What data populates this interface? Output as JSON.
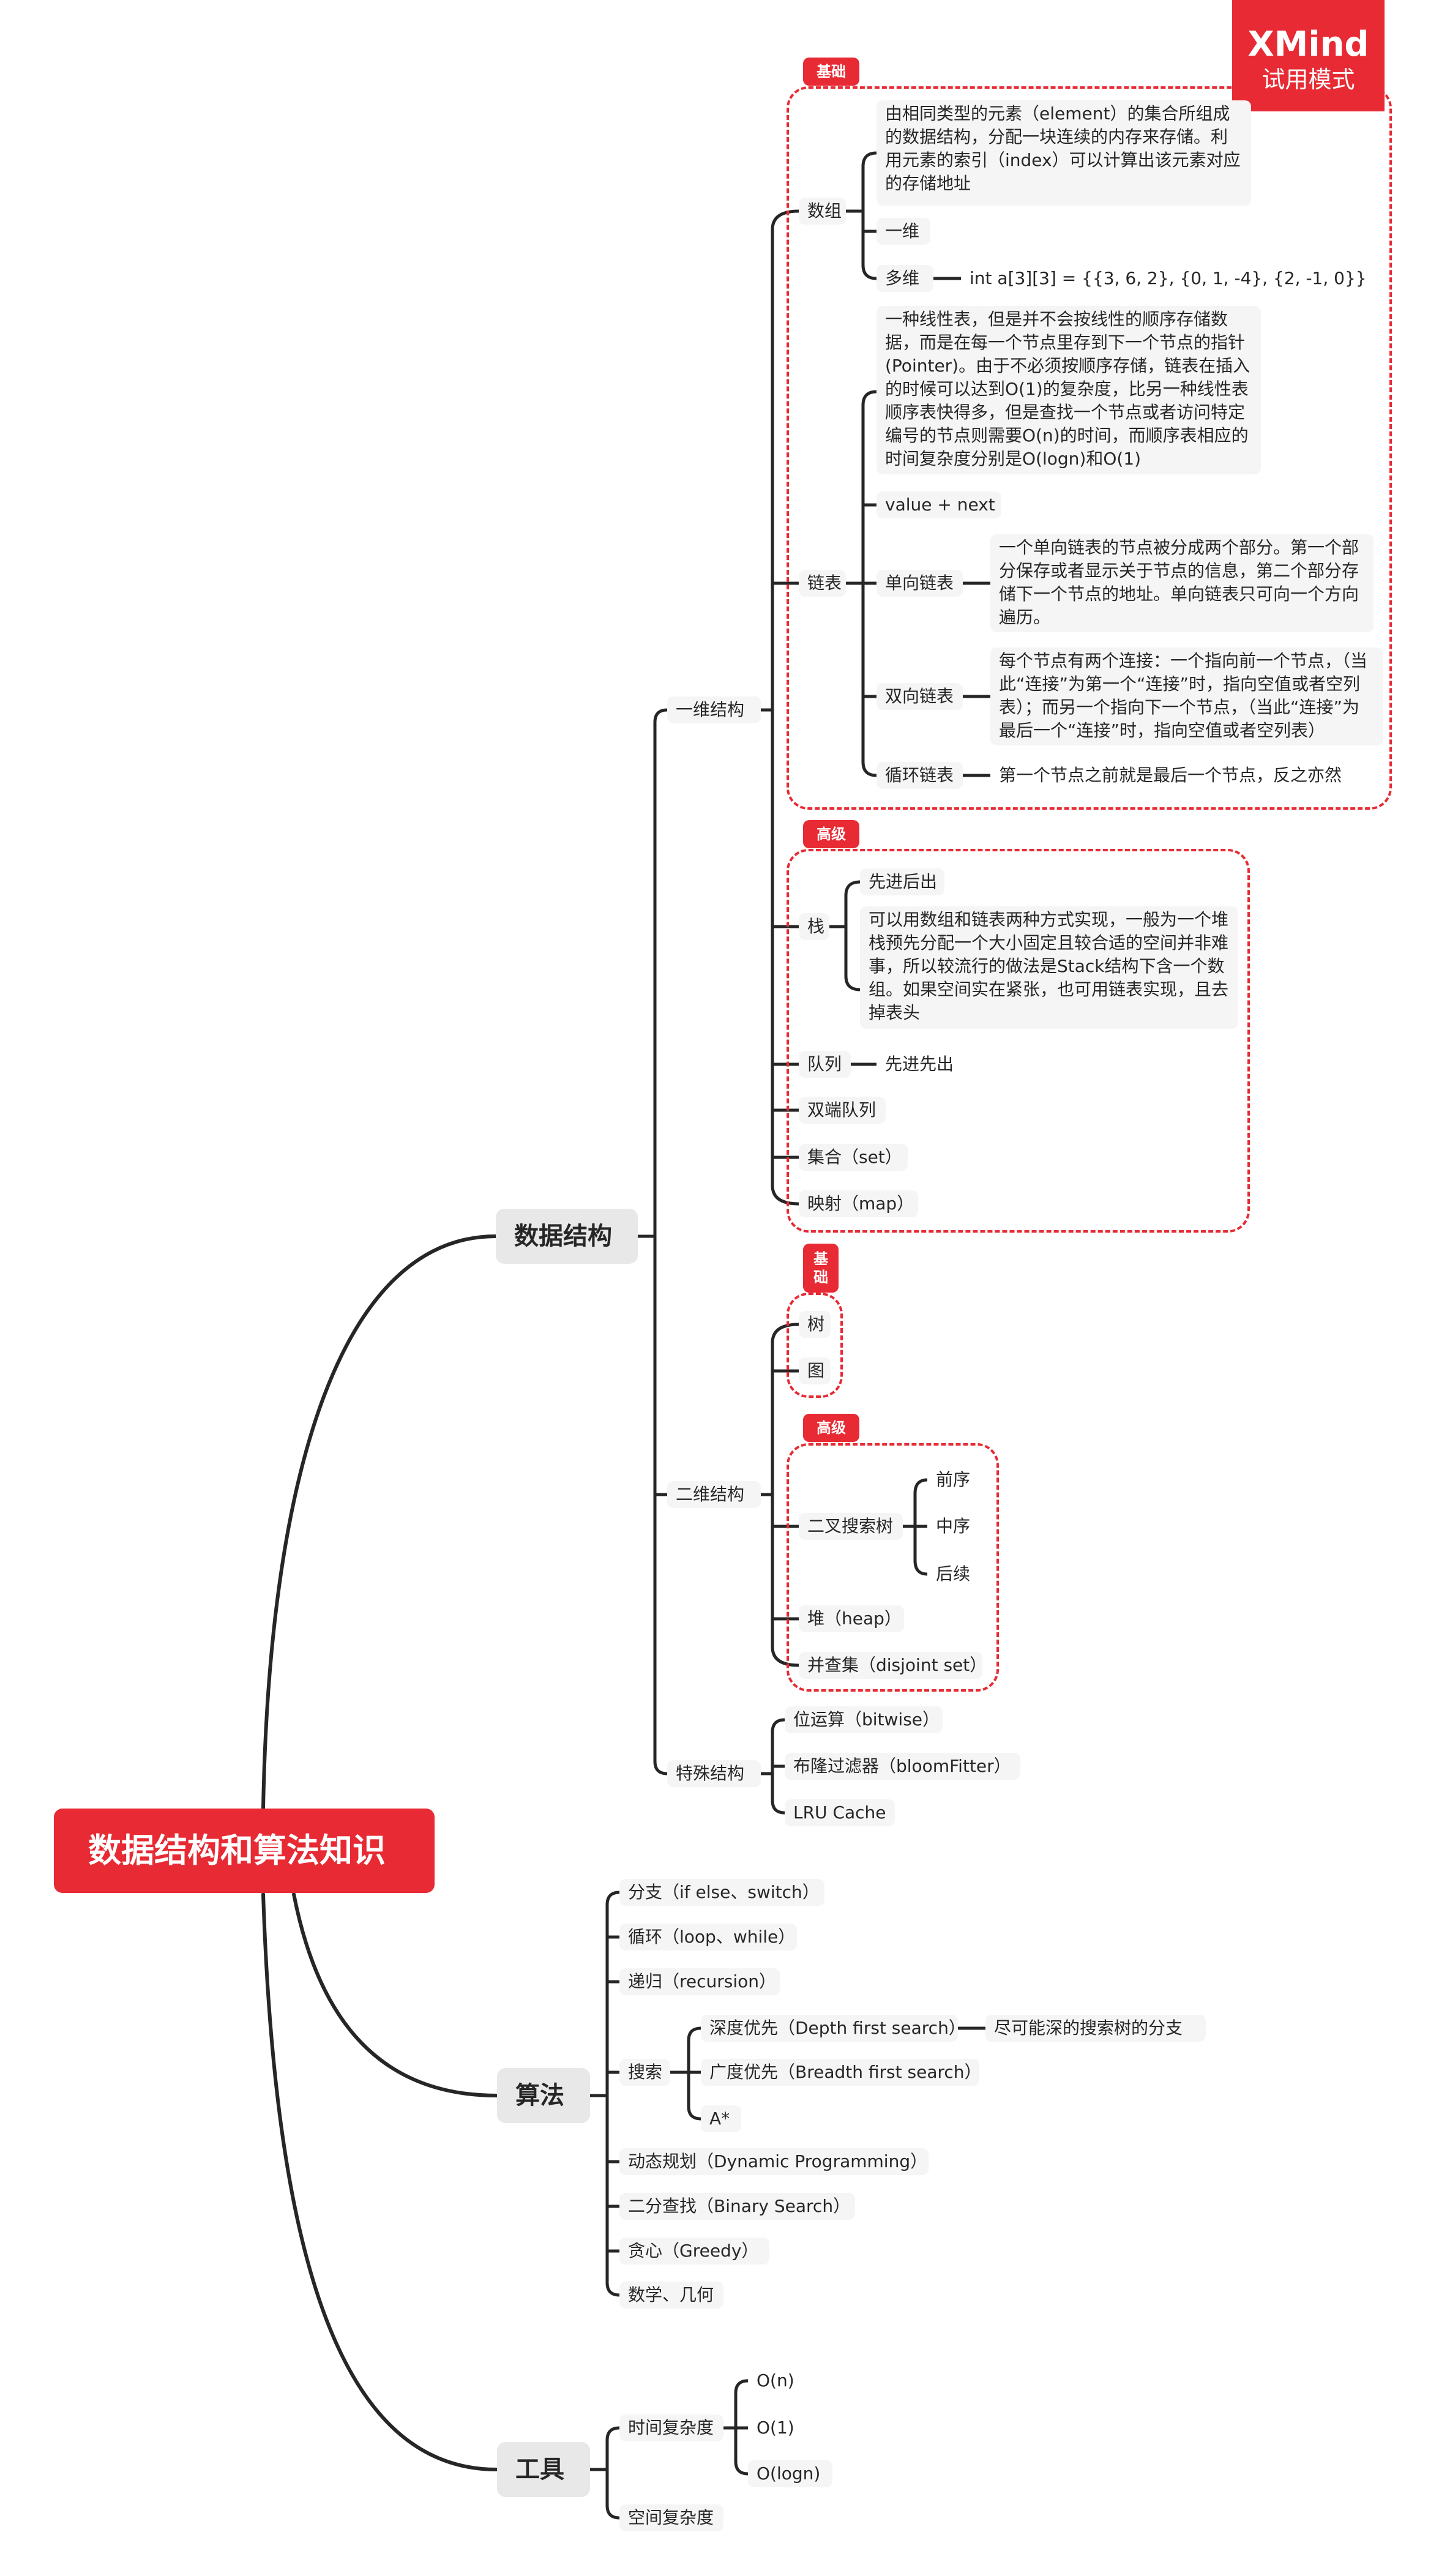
{
  "watermark": {
    "brand": "XMind",
    "mode": "试用模式"
  },
  "root": "数据结构和算法知识",
  "main": {
    "ds": "数据结构",
    "algo": "算法",
    "tools": "工具"
  },
  "tags": {
    "basic": "基础",
    "basic_v1": "基",
    "basic_v2": "础",
    "advanced": "高级"
  },
  "ds": {
    "one_dim": "一维结构",
    "array": "数组",
    "array_desc": "由相同类型的元素（element）的集合所组成的数据结构，分配一块连续的内存来存储。利用元素的索引（index）可以计算出该元素对应的存储地址",
    "one_d": "一维",
    "multi_d": "多维",
    "multi_d_ex": "int a[3][3] = {{3, 6, 2}, {0, 1, -4}, {2, -1, 0}}",
    "linked": "链表",
    "linked_desc": "一种线性表，但是并不会按线性的顺序存储数据，而是在每一个节点里存到下一个节点的指针(Pointer)。由于不必须按顺序存储，链表在插入的时候可以达到O(1)的复杂度，比另一种线性表顺序表快得多，但是查找一个节点或者访问特定编号的节点则需要O(n)的时间，而顺序表相应的时间复杂度分别是O(logn)和O(1)",
    "value_next": "value + next",
    "single": "单向链表",
    "single_desc": "一个单向链表的节点被分成两个部分。第一个部分保存或者显示关于节点的信息，第二个部分存储下一个节点的地址。单向链表只可向一个方向遍历。",
    "double": "双向链表",
    "double_desc": "每个节点有两个连接：一个指向前一个节点，（当此“连接”为第一个“连接”时，指向空值或者空列表）；而另一个指向下一个节点，（当此“连接”为最后一个“连接”时，指向空值或者空列表）",
    "circular": "循环链表",
    "circular_desc": "第一个节点之前就是最后一个节点，反之亦然",
    "stack": "栈",
    "stack_lifo": "先进后出",
    "stack_desc": "可以用数组和链表两种方式实现，一般为一个堆栈预先分配一个大小固定且较合适的空间并非难事，所以较流行的做法是Stack结构下含一个数组。如果空间实在紧张，也可用链表实现，且去掉表头",
    "queue": "队列",
    "queue_fifo": "先进先出",
    "deque": "双端队列",
    "set": "集合（set）",
    "map": "映射（map）",
    "two_dim": "二维结构",
    "tree": "树",
    "graph": "图",
    "bst": "二叉搜索树",
    "pre": "前序",
    "in": "中序",
    "post": "后续",
    "heap": "堆（heap）",
    "dsu": "并查集（disjoint set）",
    "special": "特殊结构",
    "bitwise": "位运算（bitwise）",
    "bloom": "布隆过滤器（bloomFitter）",
    "lru": "LRU Cache"
  },
  "algo": {
    "branch": "分支（if else、switch）",
    "loop": "循环（loop、while）",
    "recursion": "递归（recursion）",
    "search": "搜索",
    "dfs": "深度优先（Depth first search）",
    "dfs_desc": "尽可能深的搜索树的分支",
    "bfs": "广度优先（Breadth first search）",
    "astar": "A*",
    "dp": "动态规划（Dynamic Programming）",
    "binary": "二分查找（Binary Search）",
    "greedy": "贪心（Greedy）",
    "math": "数学、几何"
  },
  "tools": {
    "time": "时间复杂度",
    "on": "O(n)",
    "o1": "O(1)",
    "ologn": "O(logn)",
    "space": "空间复杂度"
  }
}
